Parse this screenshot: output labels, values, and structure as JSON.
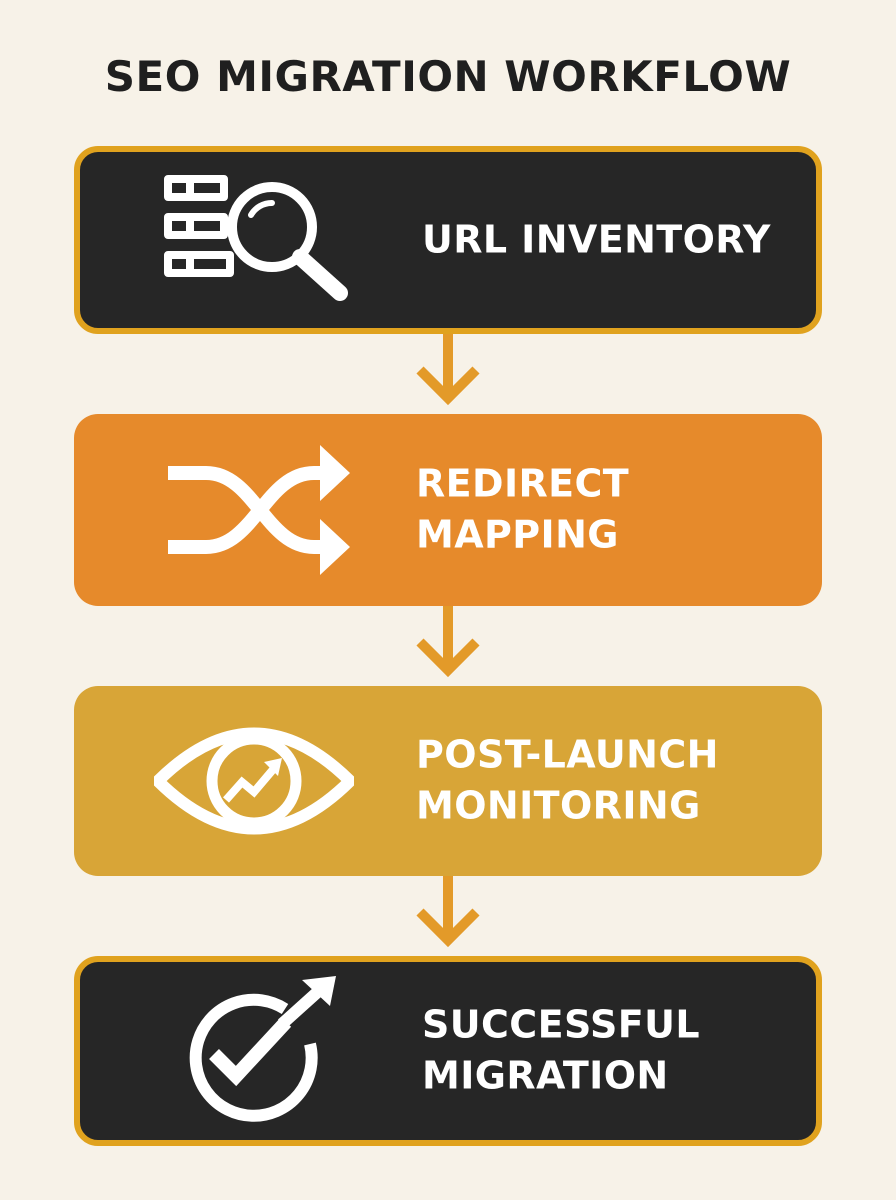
{
  "title": "SEO MIGRATION WORKFLOW",
  "steps": [
    {
      "lines": [
        "URL INVENTORY"
      ],
      "icon": "list-magnifier-icon"
    },
    {
      "lines": [
        "REDIRECT",
        "MAPPING"
      ],
      "icon": "shuffle-arrows-icon"
    },
    {
      "lines": [
        "POST-LAUNCH",
        "MONITORING"
      ],
      "icon": "eye-trend-icon"
    },
    {
      "lines": [
        "SUCCESSFUL",
        "MIGRATION"
      ],
      "icon": "check-circle-arrow-icon"
    }
  ],
  "colors": {
    "background": "#f7f2e8",
    "dark": "#262626",
    "orange": "#e68a2b",
    "gold": "#d8a537",
    "border": "#e0a21e",
    "arrow": "#e39a29"
  }
}
